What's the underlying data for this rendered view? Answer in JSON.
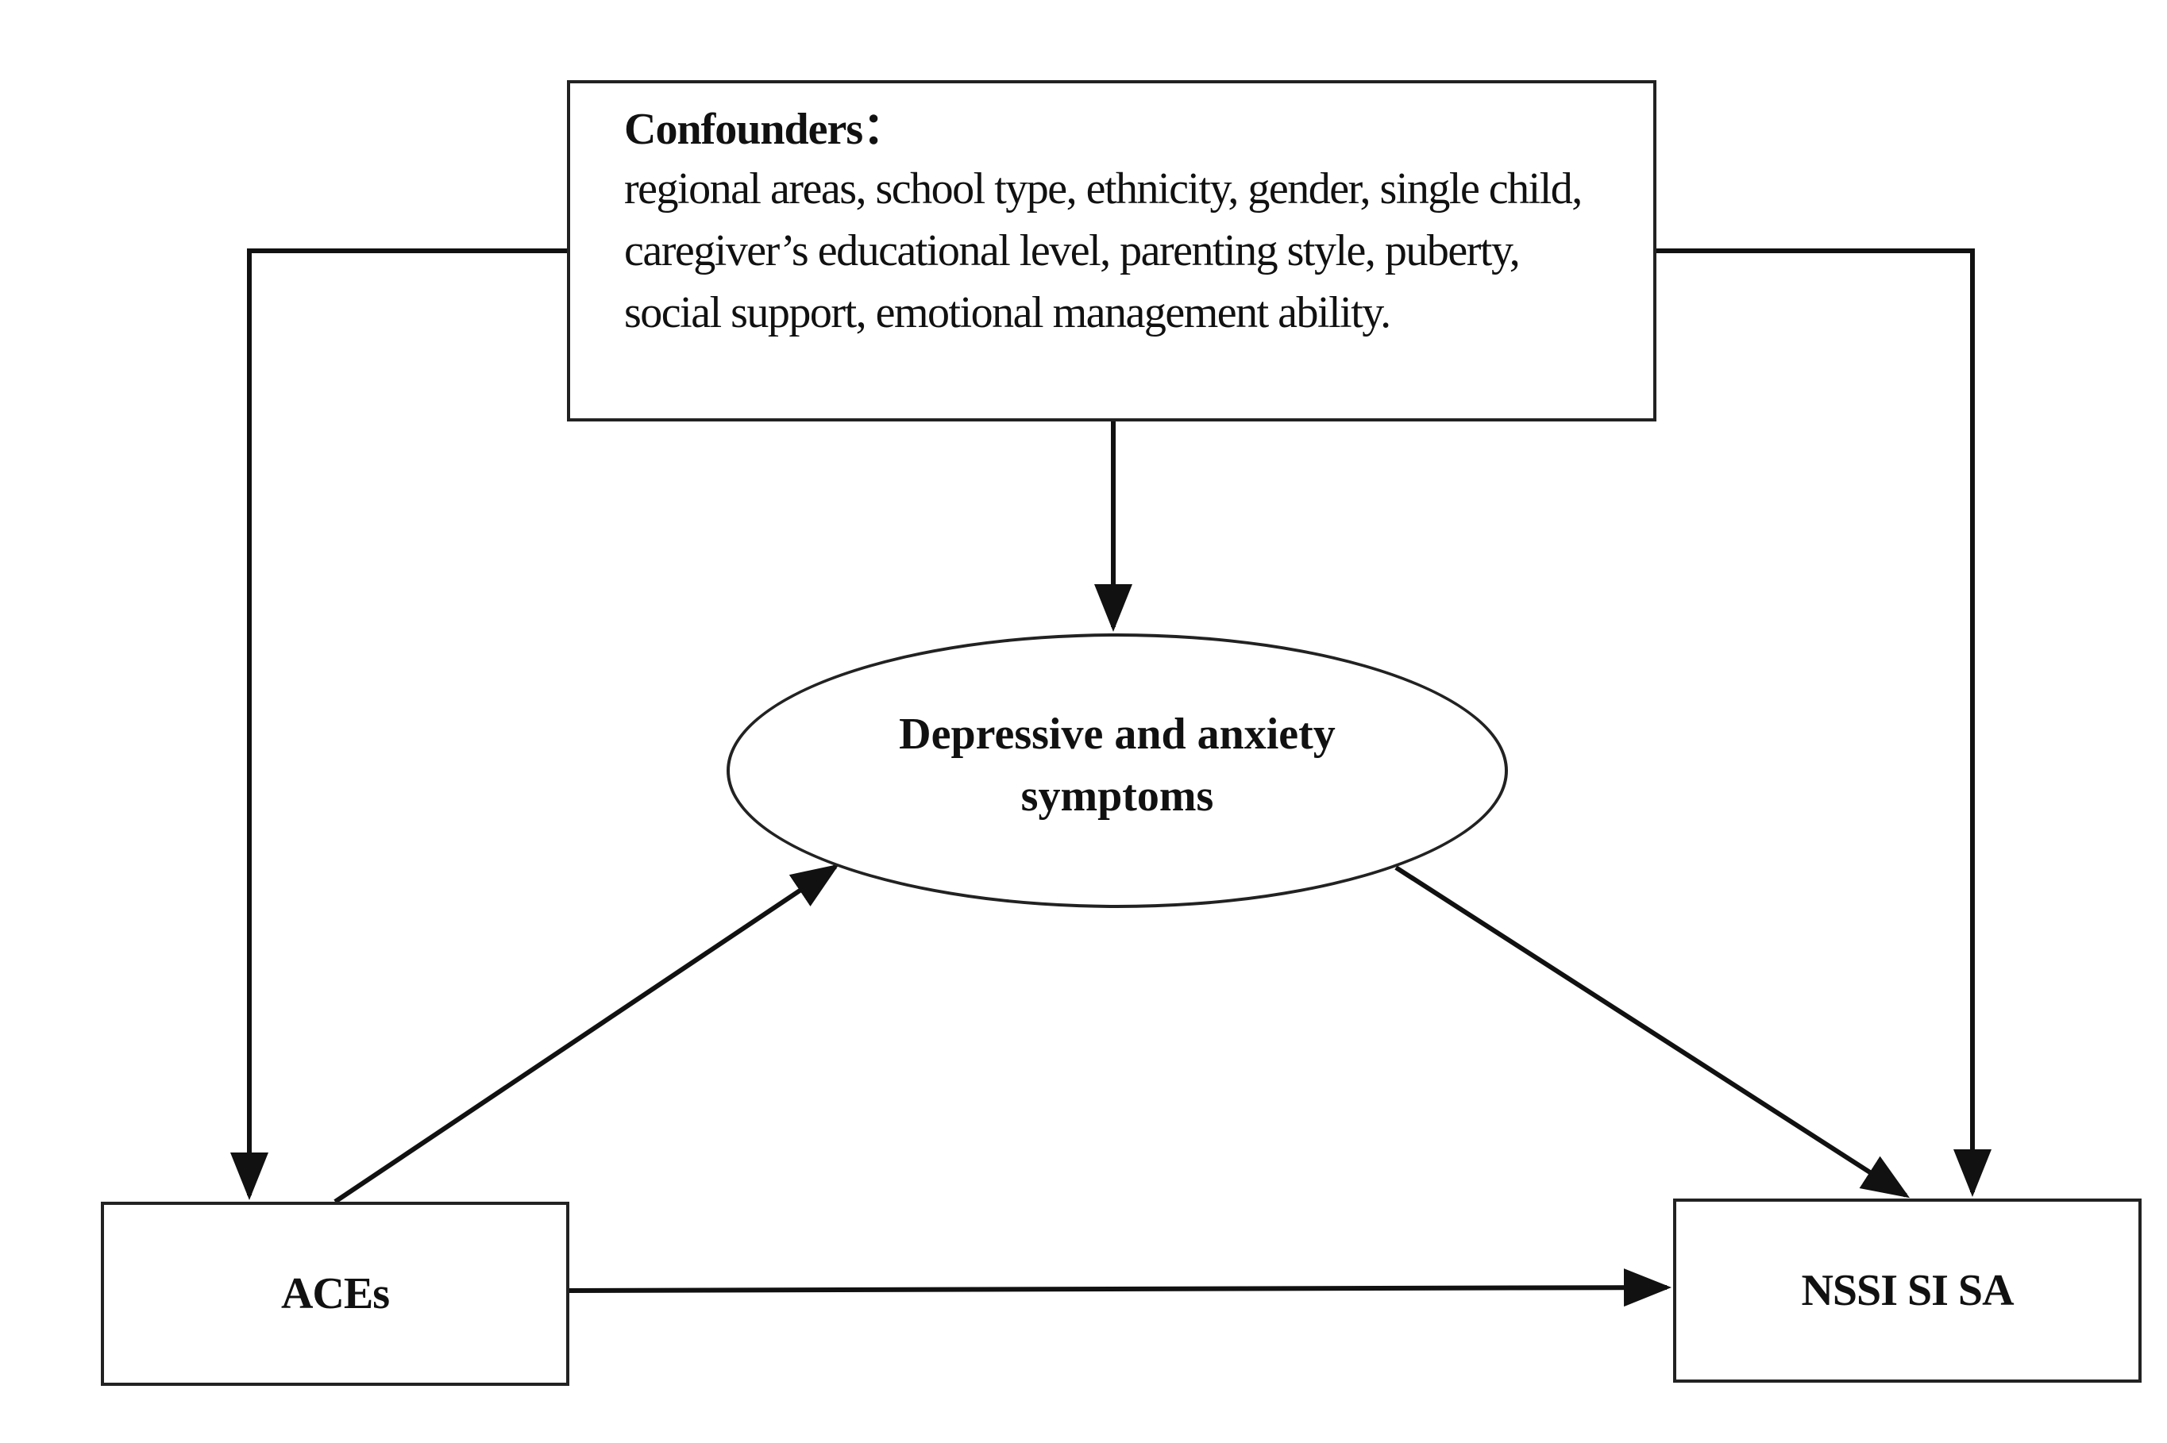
{
  "diagram": {
    "confounders": {
      "title": "Confounders：",
      "text": "regional areas, school type, ethnicity, gender, single child, caregiver’s educational level, parenting style, puberty, social support, emotional management ability."
    },
    "mediator": {
      "label": "Depressive and anxiety symptoms"
    },
    "exposure": {
      "label": "ACEs"
    },
    "outcome": {
      "label": "NSSI SI SA"
    },
    "edges": [
      {
        "from": "confounders",
        "to": "exposure"
      },
      {
        "from": "confounders",
        "to": "mediator"
      },
      {
        "from": "confounders",
        "to": "outcome"
      },
      {
        "from": "exposure",
        "to": "mediator"
      },
      {
        "from": "mediator",
        "to": "outcome"
      },
      {
        "from": "exposure",
        "to": "outcome"
      }
    ],
    "colors": {
      "line": "#111111",
      "background": "#ffffff"
    }
  }
}
